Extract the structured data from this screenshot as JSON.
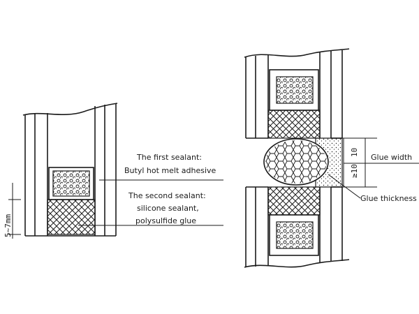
{
  "labels": {
    "first_sealant_line1": "The first sealant:",
    "first_sealant_line2": "Butyl hot melt adhesive",
    "second_sealant_line1": "The second sealant:",
    "second_sealant_line2": "silicone sealant,",
    "second_sealant_line3": "polysulfide glue",
    "glue_width": "Glue width",
    "glue_thickness": "Glue thickness",
    "dim_left": "5~7mm",
    "dim_right_a": "10",
    "dim_right_b": "≥10"
  }
}
